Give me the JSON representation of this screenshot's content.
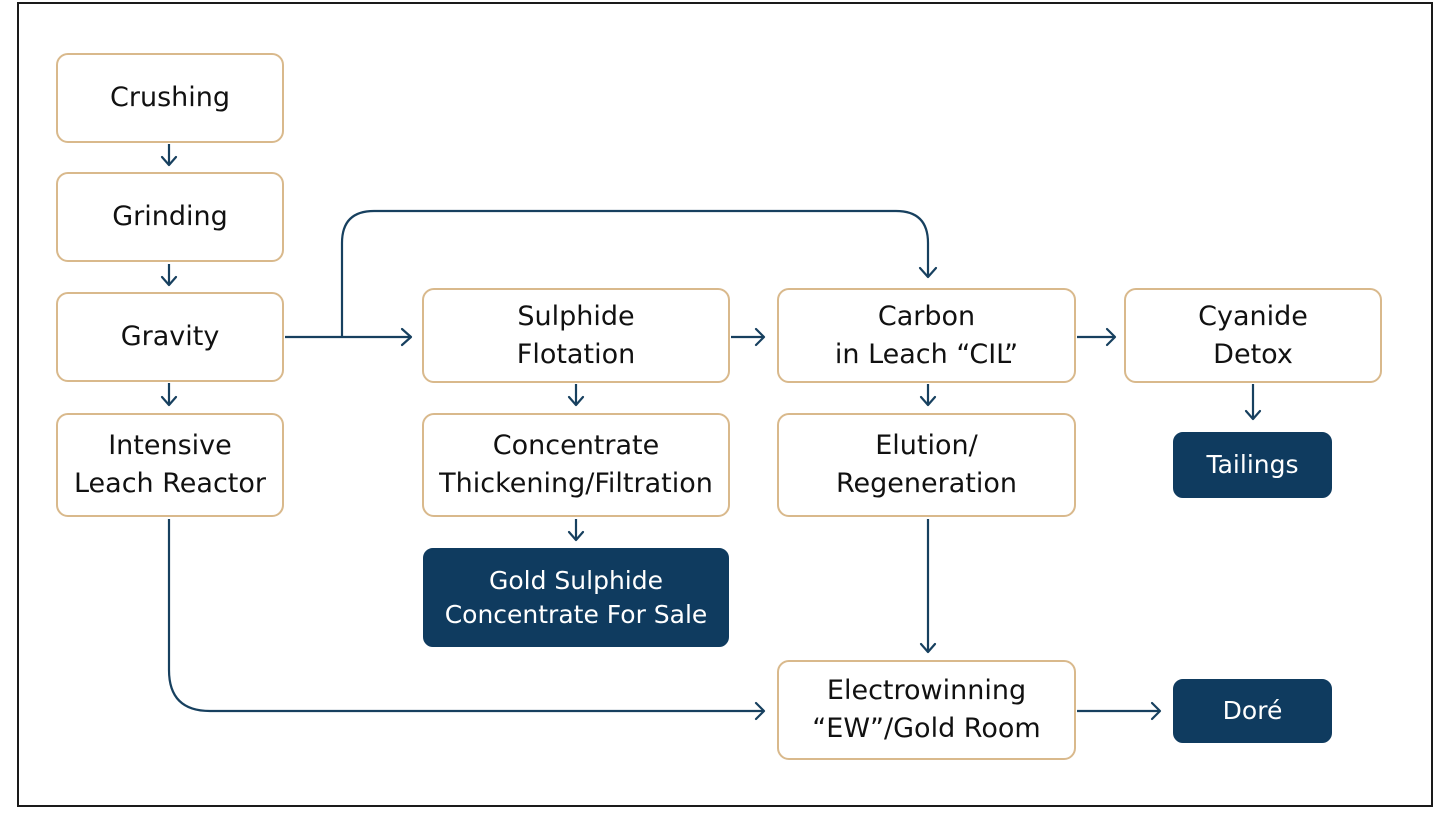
{
  "diagram": {
    "colors": {
      "box_border": "#d9b98c",
      "dark_fill": "#0f3b5f",
      "arrow": "#17405f"
    },
    "nodes": {
      "crushing": "Crushing",
      "grinding": "Grinding",
      "gravity": "Gravity",
      "intensive_leach": "Intensive\nLeach Reactor",
      "sulphide_flotation": "Sulphide\nFlotation",
      "concentrate_thickening": "Concentrate\nThickening/Filtration",
      "gold_sulphide_concentrate": "Gold Sulphide\nConcentrate For Sale",
      "cil": "Carbon\nin Leach “CIL”",
      "elution": "Elution/\nRegeneration",
      "electrowinning": "Electrowinning\n“EW”/Gold Room",
      "cyanide_detox": "Cyanide\nDetox",
      "tailings": "Tailings",
      "dore": "Doré"
    },
    "edges": [
      {
        "from": "crushing",
        "to": "grinding"
      },
      {
        "from": "grinding",
        "to": "gravity"
      },
      {
        "from": "gravity",
        "to": "intensive_leach"
      },
      {
        "from": "gravity",
        "to": "sulphide_flotation"
      },
      {
        "from": "gravity",
        "to": "cil"
      },
      {
        "from": "sulphide_flotation",
        "to": "cil"
      },
      {
        "from": "sulphide_flotation",
        "to": "concentrate_thickening"
      },
      {
        "from": "concentrate_thickening",
        "to": "gold_sulphide_concentrate"
      },
      {
        "from": "cil",
        "to": "cyanide_detox"
      },
      {
        "from": "cil",
        "to": "elution"
      },
      {
        "from": "cyanide_detox",
        "to": "tailings"
      },
      {
        "from": "elution",
        "to": "electrowinning"
      },
      {
        "from": "intensive_leach",
        "to": "electrowinning"
      },
      {
        "from": "electrowinning",
        "to": "dore"
      }
    ]
  }
}
